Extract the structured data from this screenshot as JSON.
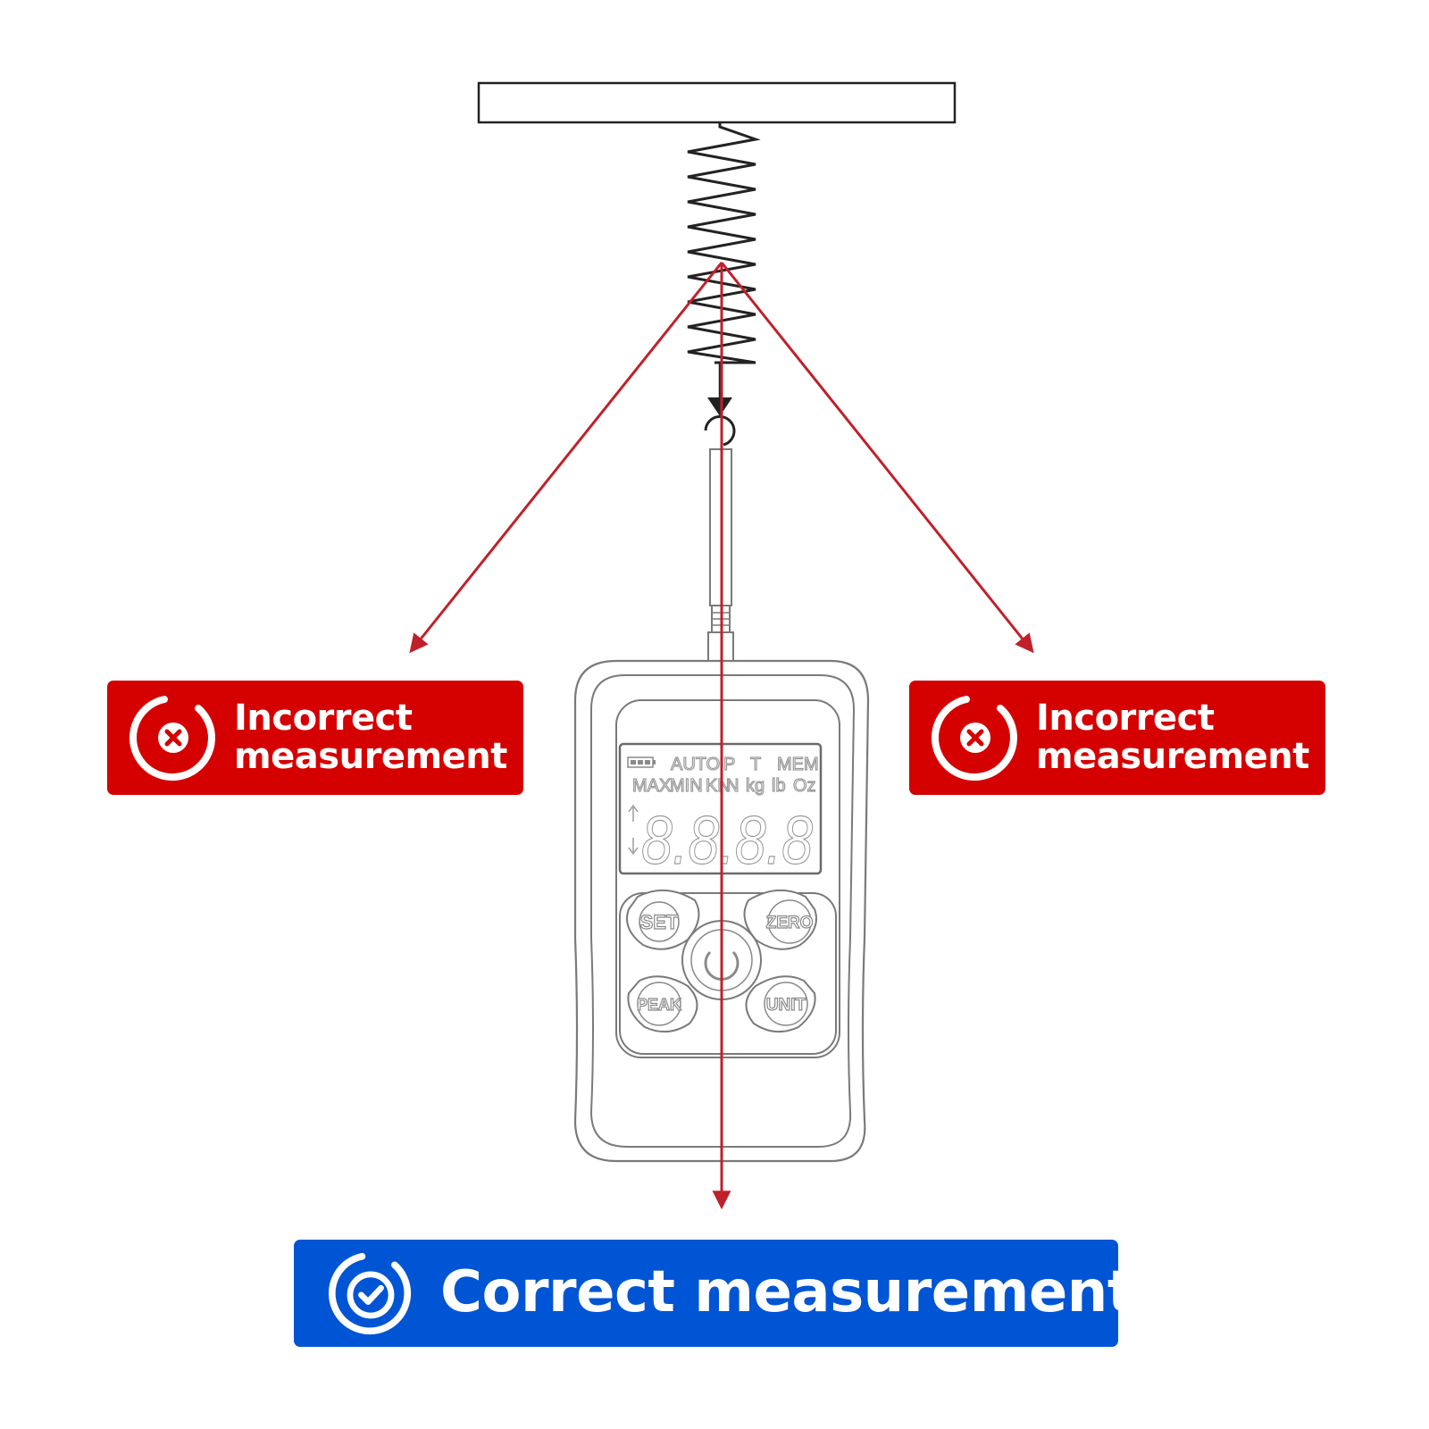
{
  "colors": {
    "incorrect": "#d50000",
    "correct": "#0055d4",
    "arrow": "#c0202a",
    "outline": "#7a7a7a",
    "ink": "#222222"
  },
  "gauge": {
    "display": {
      "row1": [
        "AUTO",
        "P",
        "T",
        "MEM"
      ],
      "row2": [
        "MAX",
        "MIN",
        "KN",
        "N",
        "kg",
        "lb",
        "Oz"
      ],
      "digits": "8.8.8.8"
    },
    "buttons": {
      "set": "SET",
      "zero": "ZERO",
      "peak": "PEAK",
      "unit": "UNIT"
    },
    "icons": [
      "battery-icon",
      "up-arrow-icon",
      "down-arrow-icon",
      "power-icon"
    ]
  },
  "labels": {
    "left": {
      "line1": "Incorrect",
      "line2": "measurement",
      "icon": "cross-circle-icon"
    },
    "right": {
      "line1": "Incorrect",
      "line2": "measurement",
      "icon": "cross-circle-icon"
    },
    "bottom": {
      "text": "Correct measurement",
      "icon": "check-circle-icon"
    }
  }
}
